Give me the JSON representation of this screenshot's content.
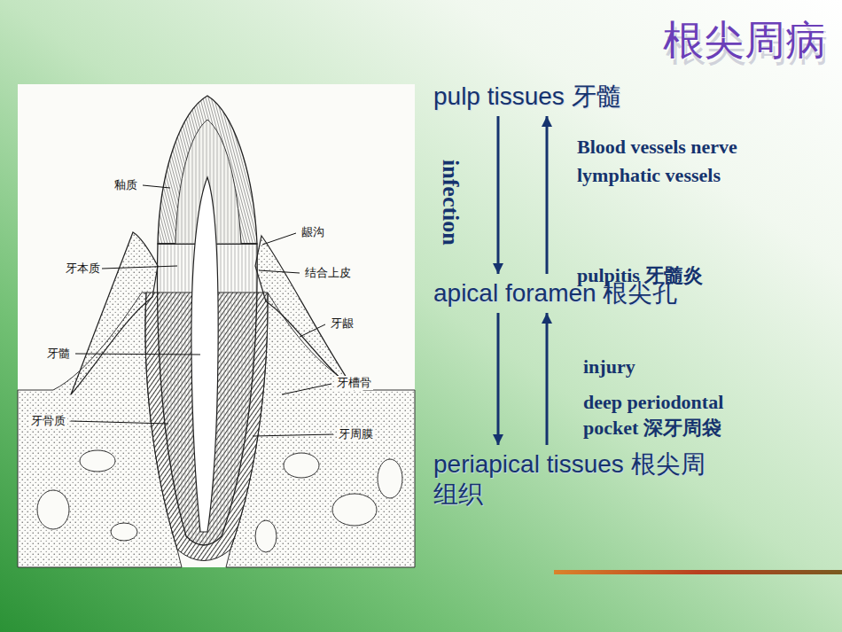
{
  "diagram": {
    "title": "根尖周病",
    "nodes": [
      {
        "text": [
          "pulp tissues 牙髓"
        ]
      },
      {
        "text": [
          "apical foramen 根尖孔"
        ]
      },
      {
        "text": [
          "periapical tissues 根尖周组织"
        ]
      }
    ],
    "edges": [
      {
        "from": 0,
        "to": 1,
        "label": "infection",
        "arrow": "to"
      },
      {
        "from": 1,
        "to": 0,
        "label": "Blood vessels nerve lymphatic vessels",
        "arrow": "to"
      },
      {
        "from": 1,
        "to": 2,
        "arrow": "to"
      },
      {
        "from": 2,
        "to": 1,
        "label": "injury",
        "arrow": "to"
      }
    ],
    "labels": [
      "釉质",
      "龈沟",
      "牙本质",
      "结合上皮",
      "牙龈",
      "牙髓",
      "牙槽骨",
      "牙骨质",
      "牙周膜",
      "pulpitis 牙髓炎",
      "deep periodontal pocket 深牙周袋"
    ]
  }
}
